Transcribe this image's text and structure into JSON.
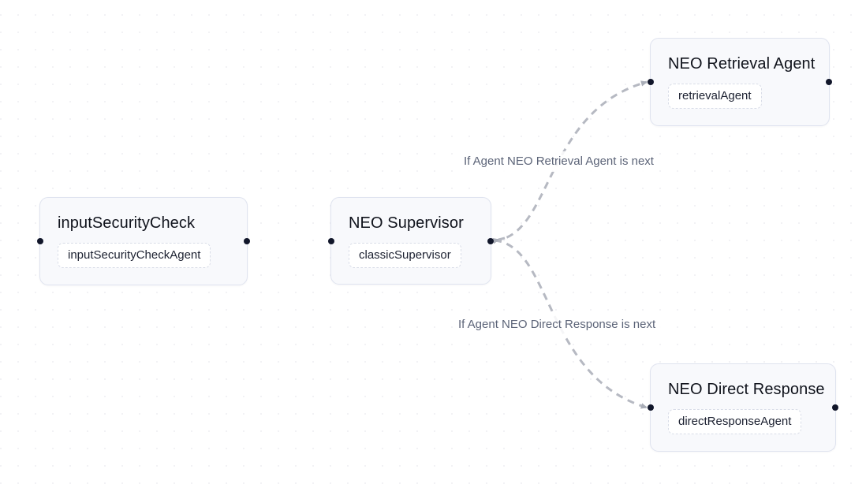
{
  "graph": {
    "nodes": [
      {
        "id": "inputSecurityCheck",
        "title": "inputSecurityCheck",
        "badge": "inputSecurityCheckAgent"
      },
      {
        "id": "neoSupervisor",
        "title": "NEO Supervisor",
        "badge": "classicSupervisor"
      },
      {
        "id": "neoRetrievalAgent",
        "title": "NEO Retrieval Agent",
        "badge": "retrievalAgent"
      },
      {
        "id": "neoDirectResponse",
        "title": "NEO Direct Response",
        "badge": "directResponseAgent"
      }
    ],
    "edges": [
      {
        "id": "edge-supervisor-retrieval",
        "label": "If Agent NEO Retrieval Agent is next",
        "from": "neoSupervisor",
        "to": "neoRetrievalAgent"
      },
      {
        "id": "edge-supervisor-direct",
        "label": "If Agent NEO Direct Response is next",
        "from": "neoSupervisor",
        "to": "neoDirectResponse"
      }
    ],
    "colors": {
      "canvas_background": "#ffffff",
      "grid_dot": "#ededf2",
      "node_fill": "#f8f9fc",
      "node_border": "#dfe3ef",
      "node_title": "#10131c",
      "badge_fill": "#ffffff",
      "badge_border": "#d9dde8",
      "handle": "#11162a",
      "edge_stroke": "#b6b9c2",
      "edge_label_text": "#5c6478"
    }
  }
}
